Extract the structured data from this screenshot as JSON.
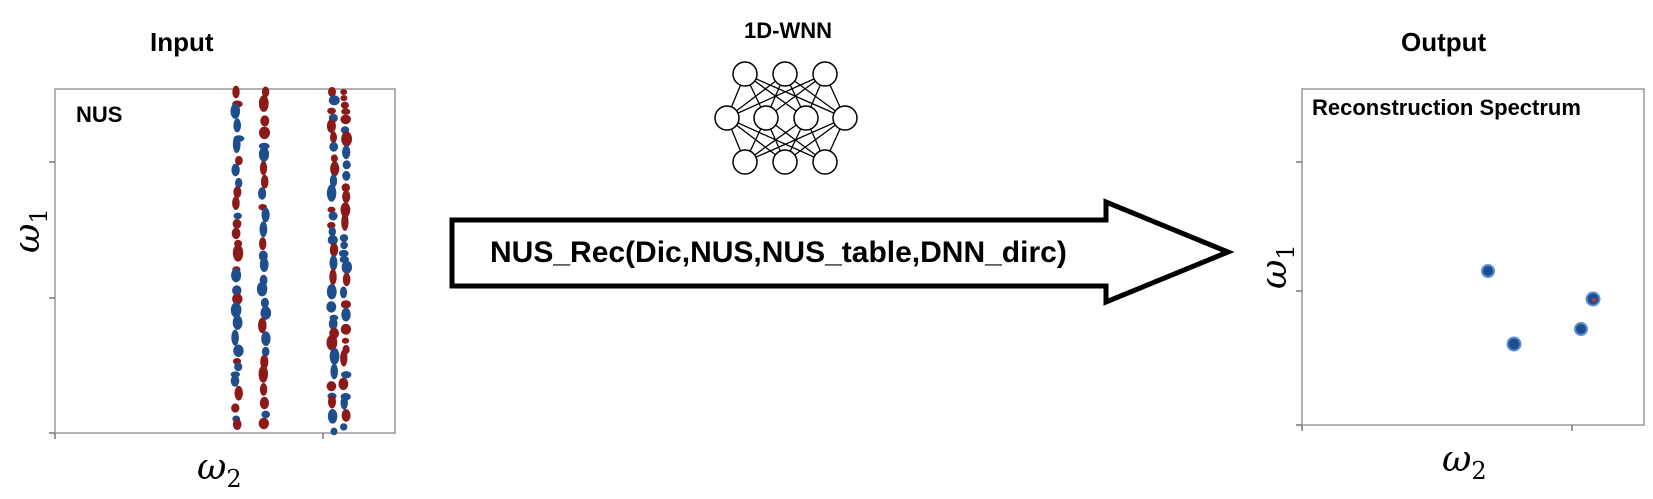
{
  "input": {
    "title": "Input",
    "panel_label": "NUS",
    "xlabel": "ω",
    "xlabel_sub": "2",
    "ylabel": "ω",
    "ylabel_sub": "1"
  },
  "network": {
    "title": "1D-WNN",
    "layers": [
      3,
      4,
      3
    ]
  },
  "arrow": {
    "label": "NUS_Rec(Dic,NUS,NUS_table,DNN_dirc)"
  },
  "output": {
    "title": "Output",
    "panel_label": "Reconstruction Spectrum",
    "xlabel": "ω",
    "xlabel_sub": "2",
    "ylabel": "ω",
    "ylabel_sub": "1"
  },
  "colors": {
    "positive": "#8b1a1a",
    "negative": "#1f4e8c",
    "frame": "#999999"
  }
}
